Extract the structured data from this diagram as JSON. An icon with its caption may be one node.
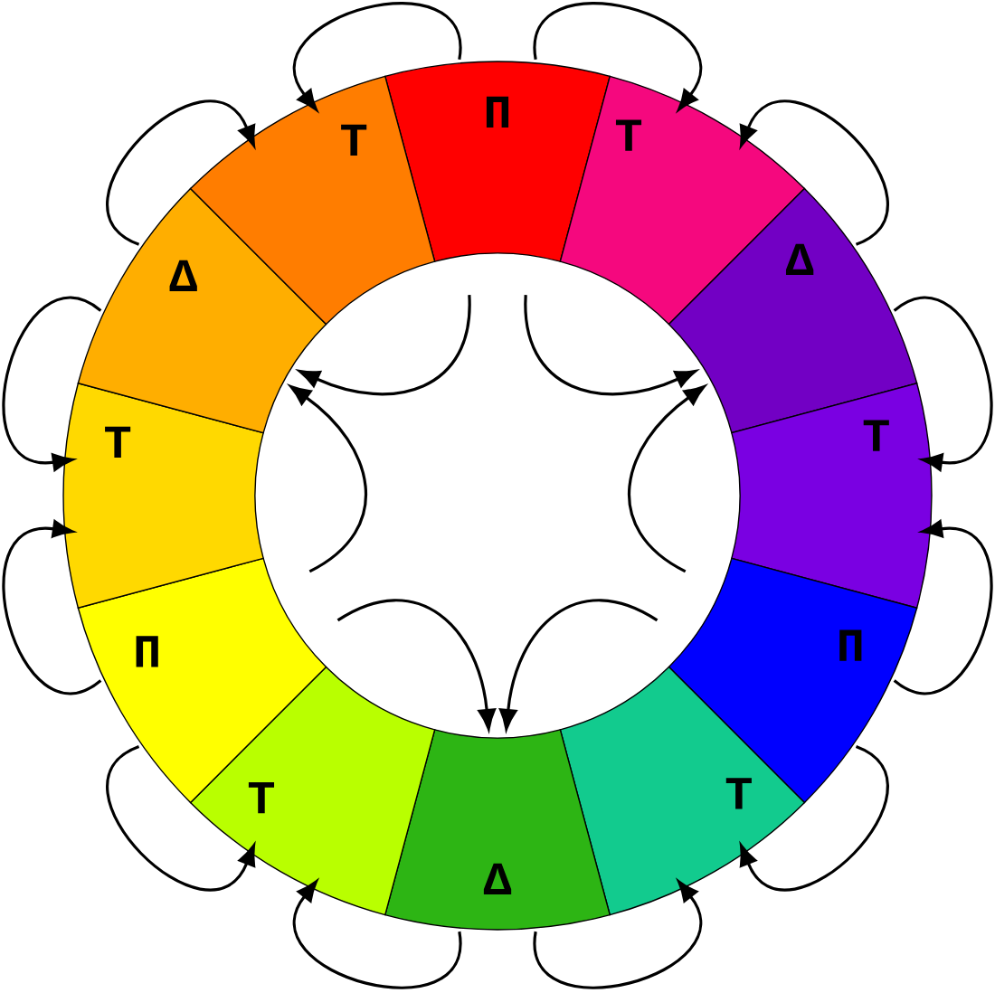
{
  "diagram": {
    "nodes": [
      {
        "text": [
          "П"
        ]
      },
      {
        "text": [
          "Т"
        ]
      },
      {
        "text": [
          "Δ"
        ]
      },
      {
        "text": [
          "Т"
        ]
      },
      {
        "text": [
          "П"
        ]
      },
      {
        "text": [
          "Т"
        ]
      },
      {
        "text": [
          "Δ"
        ]
      },
      {
        "text": [
          "Т"
        ]
      },
      {
        "text": [
          "П"
        ]
      },
      {
        "text": [
          "Т"
        ]
      },
      {
        "text": [
          "Δ"
        ]
      },
      {
        "text": [
          "Т"
        ]
      }
    ],
    "edges": [
      {
        "from": 0,
        "to": 11,
        "arrow": "to"
      },
      {
        "from": 0,
        "to": 1,
        "arrow": "to"
      },
      {
        "from": 2,
        "to": 1,
        "arrow": "to"
      },
      {
        "from": 2,
        "to": 3,
        "arrow": "to"
      },
      {
        "from": 4,
        "to": 3,
        "arrow": "to"
      },
      {
        "from": 4,
        "to": 5,
        "arrow": "to"
      },
      {
        "from": 6,
        "to": 5,
        "arrow": "to"
      },
      {
        "from": 6,
        "to": 7,
        "arrow": "to"
      },
      {
        "from": 8,
        "to": 7,
        "arrow": "to"
      },
      {
        "from": 8,
        "to": 9,
        "arrow": "to"
      },
      {
        "from": 10,
        "to": 9,
        "arrow": "to"
      },
      {
        "from": 10,
        "to": 11,
        "arrow": "to"
      },
      {
        "from": 0,
        "to": 10,
        "arrow": "to"
      },
      {
        "from": 0,
        "to": 2,
        "arrow": "to"
      },
      {
        "from": 4,
        "to": 2,
        "arrow": "to"
      },
      {
        "from": 4,
        "to": 6,
        "arrow": "to"
      },
      {
        "from": 8,
        "to": 6,
        "arrow": "to"
      },
      {
        "from": 8,
        "to": 10,
        "arrow": "to"
      }
    ]
  }
}
